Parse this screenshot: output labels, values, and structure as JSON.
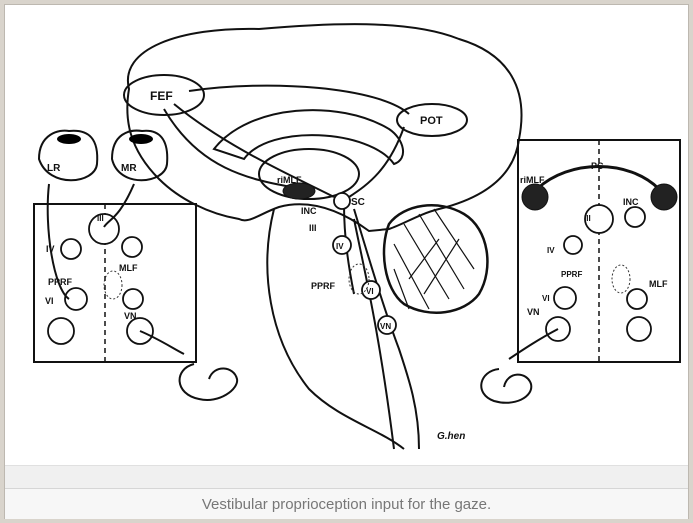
{
  "caption": "Vestibular proprioception input for the gaze.",
  "labels": {
    "fef": "FEF",
    "pot": "POT",
    "rimlf": "riMLF",
    "inc": "INC",
    "sc": "SC",
    "iii": "III",
    "iv": "IV",
    "pprf": "PPRF",
    "vi": "VI",
    "vn": "VN",
    "lr": "LR",
    "mr": "MR",
    "mlf": "MLF",
    "pc": "PC",
    "signature": "G.hen"
  },
  "colors": {
    "background": "#d9d4cc",
    "panel": "#ffffff",
    "caption_text": "#777777",
    "ink": "#111111"
  }
}
